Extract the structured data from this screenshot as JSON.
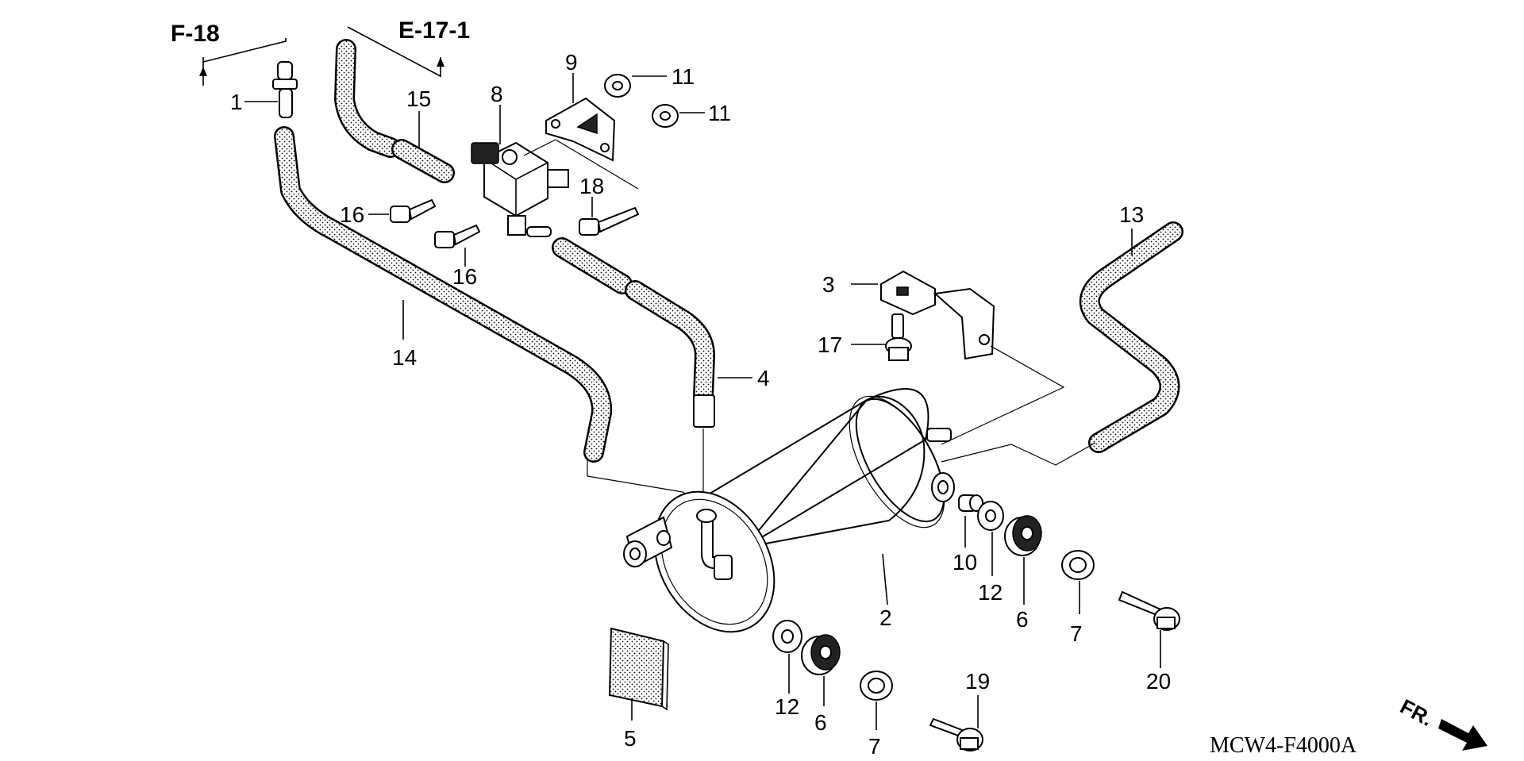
{
  "diagram": {
    "section_refs": [
      "F-18",
      "E-17-1"
    ],
    "part_numbers": [
      "1",
      "15",
      "8",
      "9",
      "11",
      "11",
      "18",
      "16",
      "16",
      "14",
      "4",
      "13",
      "3",
      "17",
      "2",
      "10",
      "12",
      "6",
      "7",
      "20",
      "12",
      "6",
      "7",
      "19",
      "5"
    ],
    "drawing_code": "MCW4-F4000A",
    "front_marker": "FR."
  }
}
